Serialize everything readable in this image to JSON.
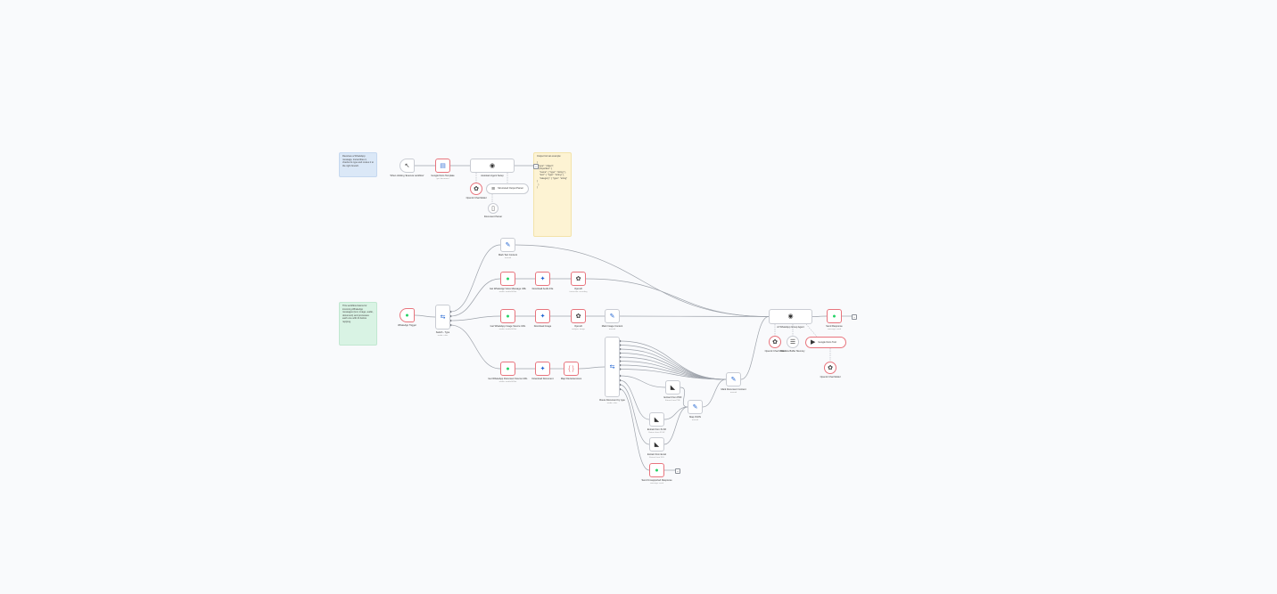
{
  "sticky_notes": {
    "blue": "Receives a WhatsApp message, transcribes it, checks its type and routes it to the right branch.",
    "green": "This workflow listens for incoming WhatsApp messages (text, image, audio, document) and processes each one with AI before replying.",
    "yellow": "Output format example:\n\n{\n  \"type\": \"object\",\n  \"properties\": {\n    \"name\": { \"type\": \"string\" },\n    \"text\": { \"type\": \"string\" },\n    \"category\": { \"type\": \"string\" }\n  }\n}"
  },
  "nodes": {
    "trigger_exec": {
      "label": "When clicking 'Execute workflow'",
      "icon": "cursor-icon"
    },
    "google_docs": {
      "label": "Google Docs Template",
      "sub": "get: document",
      "icon": "google-docs-icon"
    },
    "agent_top": {
      "label": "Assistant Agent Setup",
      "icon": "robot-icon"
    },
    "openai_top": {
      "label": "OpenAI Chat Model",
      "icon": "openai-icon"
    },
    "parser_top": {
      "label": "Structured Output Parser",
      "icon": "braces-icon"
    },
    "calc_top": {
      "label": "Document Parser",
      "icon": "document-icon"
    },
    "wa_trigger": {
      "label": "WhatsApp Trigger",
      "icon": "whatsapp-icon"
    },
    "switch_type": {
      "label": "Switch - Type",
      "sub": "mode: rules",
      "icon": "switch-icon"
    },
    "edit_text": {
      "label": "Mark Text Content",
      "sub": "manual",
      "icon": "pencil-icon"
    },
    "get_audio": {
      "label": "Get WhatsApp Voice Message URL",
      "sub": "media: mediaUrlGet",
      "icon": "whatsapp-icon"
    },
    "dl_audio": {
      "label": "Download Audio File",
      "icon": "http-icon"
    },
    "transcribe": {
      "label": "OpenAI",
      "sub": "transcribe: recording",
      "icon": "openai-icon"
    },
    "get_image": {
      "label": "Get WhatsApp Image Source URL",
      "sub": "media: mediaUrlGet",
      "icon": "whatsapp-icon"
    },
    "dl_image": {
      "label": "Download Image",
      "icon": "http-icon"
    },
    "analyze_img": {
      "label": "OpenAI",
      "sub": "analyze: image",
      "icon": "openai-icon"
    },
    "edit_image": {
      "label": "Mark Image Content",
      "sub": "manual",
      "icon": "pencil-icon"
    },
    "get_doc": {
      "label": "Get WhatsApp Document Source URL",
      "sub": "media: mediaUrlGet",
      "icon": "whatsapp-icon"
    },
    "dl_doc": {
      "label": "Download Document",
      "icon": "http-icon"
    },
    "mime": {
      "label": "Map File Extensions",
      "icon": "code-icon"
    },
    "switch_doc": {
      "label": "Route Document by type",
      "sub": "mode: rules",
      "icon": "switch-icon"
    },
    "extract_1": {
      "label": "Extract from PDF",
      "sub": "Extract from PDF",
      "icon": "extract-icon"
    },
    "extract_2": {
      "label": "Extract from XLSX",
      "sub": "Extract from XLSX",
      "icon": "extract-icon"
    },
    "extract_3": {
      "label": "Extract from Excel",
      "sub": "Extract from XLS",
      "icon": "extract-icon"
    },
    "wa_unsupported": {
      "label": "Send Unsupported Response",
      "sub": "message: send",
      "icon": "whatsapp-icon"
    },
    "map_json": {
      "label": "Map JSON",
      "sub": "manual",
      "icon": "pencil-icon"
    },
    "edit_doc": {
      "label": "Mark Document Content",
      "sub": "manual",
      "icon": "pencil-icon"
    },
    "ai_agent": {
      "label": "AI WhatsApp Group Agent",
      "icon": "robot-icon"
    },
    "wa_reply": {
      "label": "Send Response",
      "sub": "message: send",
      "icon": "whatsapp-icon"
    },
    "openai_model": {
      "label": "OpenAI Chat Model",
      "icon": "openai-icon"
    },
    "memory": {
      "label": "Window Buffer Memory",
      "icon": "memory-icon"
    },
    "tool": {
      "label": "Google Docs Tool",
      "icon": "tool-icon"
    },
    "openai_model2": {
      "label": "OpenAI Chat Model",
      "icon": "openai-icon"
    }
  },
  "colors": {
    "canvas_bg": "#f9fafc",
    "node_border": "#c9ccd3",
    "error_border": "#e8747d",
    "edge": "#9ea3ab",
    "whatsapp": "#25d366",
    "accent_blue": "#1e62d0"
  }
}
